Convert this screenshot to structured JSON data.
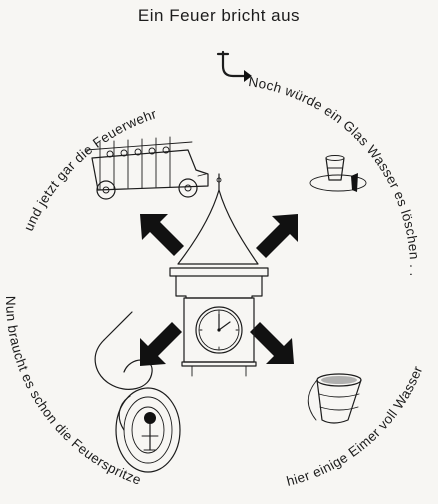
{
  "title": "Ein Feuer bricht aus",
  "captions": {
    "glass": "Noch würde ein Glas Wasser es löschen . . .",
    "buckets": "hier einige Eimer voll Wasser",
    "hose": "Nun braucht es schon die Feuerspritze",
    "engine": "und jetzt gar die Feuerwehr"
  },
  "icons": {
    "start": "start-hook-arrow-icon",
    "glass": "water-glass-icon",
    "bucket": "bucket-icon",
    "hose": "fire-hose-icon",
    "engine": "fire-engine-icon",
    "tower": "clock-tower-icon",
    "arrow": "block-arrow-icon"
  },
  "colors": {
    "ink": "#1c1c1c",
    "paper": "#f7f6f3",
    "arrow": "#111111"
  }
}
